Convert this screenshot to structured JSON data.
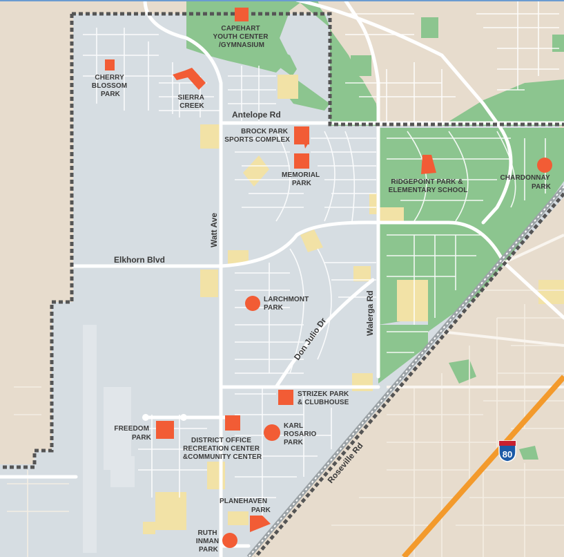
{
  "colors": {
    "background": "#e7dccd",
    "district": "#d6dde2",
    "park_green": "#8cc58f",
    "school_yellow": "#f2e2a6",
    "facility": "#f25c35",
    "interstate": "#f39a2c",
    "boundary": "#555555",
    "street": "#ffffff",
    "label": "#3a3a3a"
  },
  "roads": {
    "antelope": "Antelope Rd",
    "elkhorn": "Elkhorn Blvd",
    "watt": "Watt Ave",
    "don_julio": "Don Julio Dr",
    "walerga": "Walerga Rd",
    "roseville": "Roseville Rd",
    "interstate": "80"
  },
  "facilities": [
    {
      "id": "capehart",
      "lines": [
        "CAPEHART",
        "YOUTH CENTER",
        "/GYMNASIUM"
      ],
      "marker": "square"
    },
    {
      "id": "cherry-blossom",
      "lines": [
        "CHERRY",
        "BLOSSOM",
        "PARK"
      ],
      "marker": "square"
    },
    {
      "id": "sierra-creek",
      "lines": [
        "SIERRA",
        "CREEK"
      ],
      "marker": "shape"
    },
    {
      "id": "brock-park",
      "lines": [
        "BROCK PARK",
        "SPORTS COMPLEX"
      ],
      "marker": "square"
    },
    {
      "id": "memorial",
      "lines": [
        "MEMORIAL",
        "PARK"
      ],
      "marker": "square"
    },
    {
      "id": "ridgepoint",
      "lines": [
        "RIDGEPOINT PARK &",
        "ELEMENTARY SCHOOL"
      ],
      "marker": "shape"
    },
    {
      "id": "chardonnay",
      "lines": [
        "CHARDONNAY",
        "PARK"
      ],
      "marker": "circle"
    },
    {
      "id": "larchmont",
      "lines": [
        "LARCHMONT",
        "PARK"
      ],
      "marker": "circle"
    },
    {
      "id": "strizek",
      "lines": [
        "STRIZEK PARK",
        "& CLUBHOUSE"
      ],
      "marker": "square"
    },
    {
      "id": "freedom",
      "lines": [
        "FREEDOM",
        "PARK"
      ],
      "marker": "square"
    },
    {
      "id": "district-office",
      "lines": [
        "DISTRICT OFFICE",
        "RECREATION CENTER",
        "&COMMUNITY CENTER"
      ],
      "marker": "square"
    },
    {
      "id": "karl-rosario",
      "lines": [
        "KARL",
        "ROSARIO",
        "PARK"
      ],
      "marker": "circle"
    },
    {
      "id": "planehaven",
      "lines": [
        "PLANEHAVEN",
        "PARK"
      ],
      "marker": "square"
    },
    {
      "id": "ruth-inman",
      "lines": [
        "RUTH",
        "INMAN",
        "PARK"
      ],
      "marker": "circle"
    }
  ]
}
